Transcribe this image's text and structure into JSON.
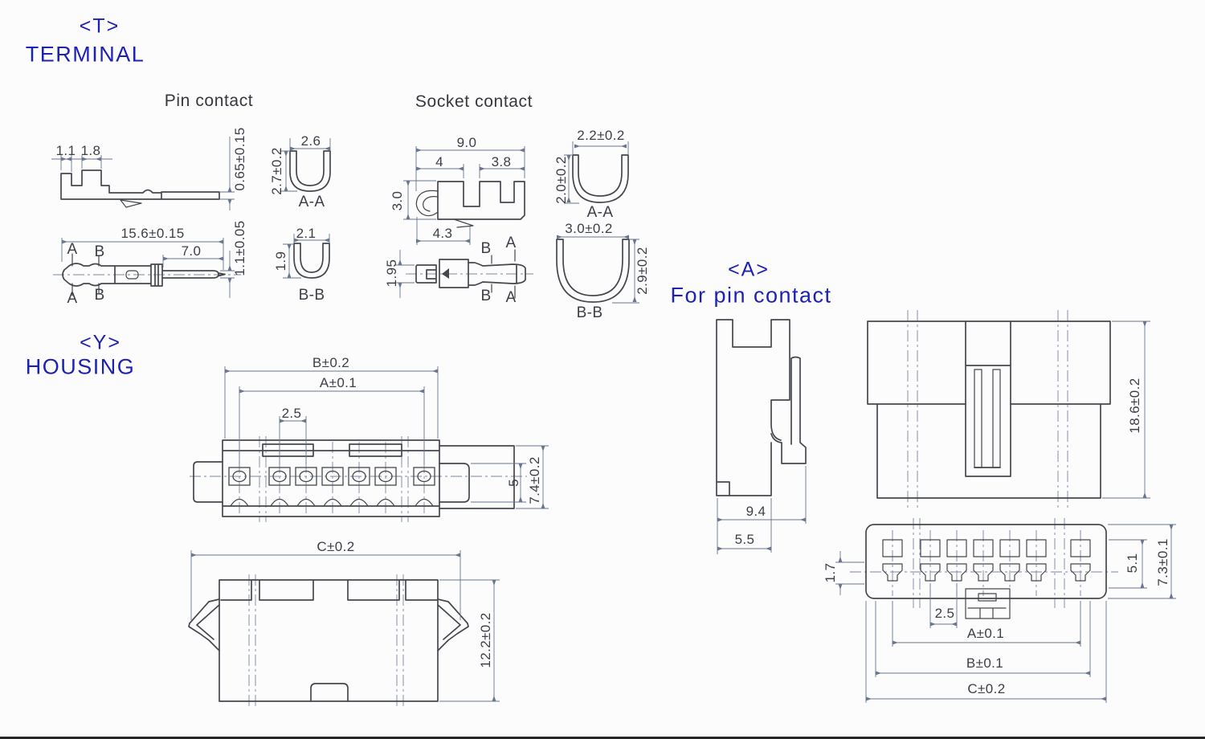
{
  "headings": {
    "terminal_tag": "<T>",
    "terminal": "TERMINAL",
    "housing_tag": "<Y>",
    "housing": "HOUSING",
    "pin_view_tag": "<A>",
    "pin_view": "For pin contact"
  },
  "view_titles": {
    "pin_contact": "Pin contact",
    "socket_contact": "Socket contact"
  },
  "terminal": {
    "pin": {
      "side": {
        "tab1": "1.1",
        "tab2": "1.8",
        "blade_thickness": "0.65±0.15"
      },
      "top": {
        "overall_length": "15.6±0.15",
        "pin_length": "7.0",
        "pin_width": "1.1±0.05",
        "cut_a": "A",
        "cut_b": "B"
      },
      "section_aa": {
        "label": "A-A",
        "width": "2.6",
        "height": "2.7±0.2"
      },
      "section_bb": {
        "label": "B-B",
        "width": "2.1",
        "height": "1.9"
      }
    },
    "socket": {
      "side": {
        "overall_length": "9.0",
        "front_length": "4",
        "rear_length": "3.8",
        "height": "3.0",
        "bottom_length": "4.3"
      },
      "top": {
        "tip_width": "1.95",
        "cut_a": "A",
        "cut_b": "B"
      },
      "section_aa": {
        "label": "A-A",
        "width": "2.2±0.2",
        "height": "2.0±0.2"
      },
      "section_bb": {
        "label": "B-B",
        "width": "3.0±0.2",
        "height": "2.9±0.2"
      }
    }
  },
  "housing": {
    "top_view": {
      "dim_b": "B±0.2",
      "dim_a": "A±0.1",
      "pitch": "2.5",
      "inner_height": "5",
      "outer_height": "7.4±0.2"
    },
    "bottom_view": {
      "dim_c": "C±0.2",
      "height": "12.2±0.2"
    }
  },
  "pin_housing": {
    "side_view": {
      "depth": "9.4",
      "inner_depth": "5.5"
    },
    "rear_view": {
      "height": "18.6±0.2"
    },
    "front_view": {
      "edge_offset": "1.7",
      "pitch": "2.5",
      "dim_a": "A±0.1",
      "dim_b": "B±0.1",
      "dim_c": "C±0.2",
      "cavity_span": "5.1",
      "height": "7.3±0.1"
    }
  },
  "colors": {
    "heading_blue": "#1d22b2",
    "object_line": "#44474d",
    "dimension_line": "#6a7590",
    "text_dark": "#3c3f47",
    "background": "#fcfcfd"
  }
}
